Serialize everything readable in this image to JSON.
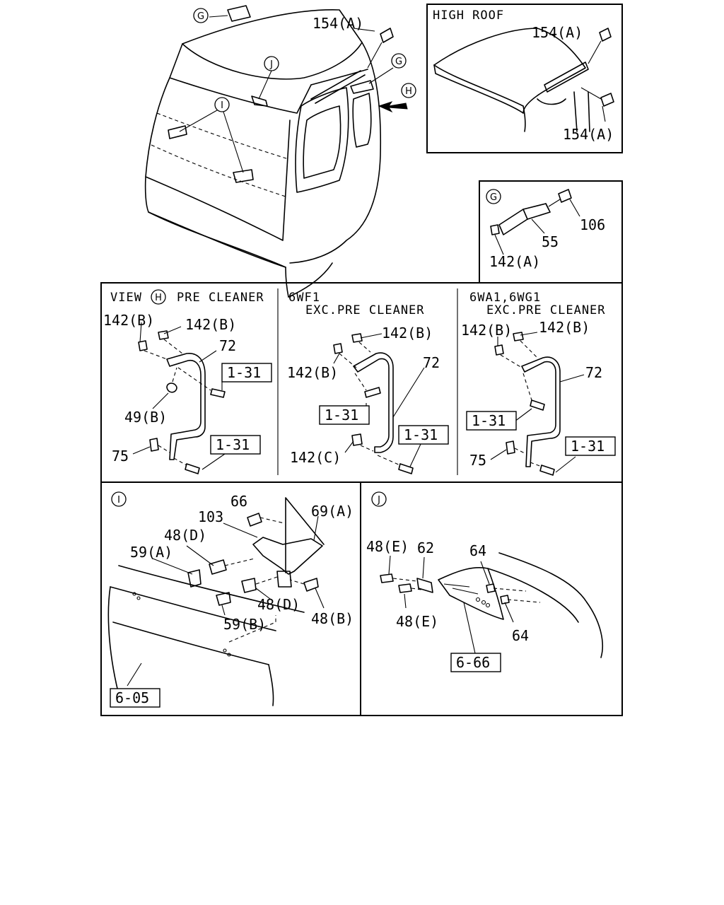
{
  "main_view": {
    "callouts": {
      "g_top": "G",
      "g_right": "G",
      "j": "J",
      "i": "I",
      "h": "H"
    },
    "part_154": "154(A)"
  },
  "high_roof": {
    "title": "HIGH ROOF",
    "part_154_top": "154(A)",
    "part_154_bottom": "154(A)"
  },
  "detail_g": {
    "callout": "G",
    "parts": {
      "p106": "106",
      "p55": "55",
      "p142a": "142(A)"
    }
  },
  "view_h": {
    "view_word": "VIEW",
    "callout": "H",
    "title": "PRE CLEANER",
    "parts": {
      "p142b_left": "142(B)",
      "p142b_right": "142(B)",
      "p72": "72",
      "ref1": "1-31",
      "p49b": "49(B)",
      "p75": "75",
      "ref2": "1-31"
    }
  },
  "view_6wf1": {
    "title_line1": "6WF1",
    "title_line2": "EXC.PRE CLEANER",
    "parts": {
      "p142b_top": "142(B)",
      "p142b_left": "142(B)",
      "p72": "72",
      "ref1": "1-31",
      "ref2": "1-31",
      "p142c": "142(C)"
    }
  },
  "view_6wa1": {
    "title_line1": "6WA1,6WG1",
    "title_line2": "EXC.PRE CLEANER",
    "parts": {
      "p142b_left": "142(B)",
      "p142b_right": "142(B)",
      "p72": "72",
      "ref1": "1-31",
      "p75": "75",
      "ref2": "1-31"
    }
  },
  "detail_i": {
    "callout": "I",
    "parts": {
      "p66": "66",
      "p103": "103",
      "p69a": "69(A)",
      "p48d_top": "48(D)",
      "p59a": "59(A)",
      "p48d_bottom": "48(D)",
      "p48b": "48(B)",
      "p59b": "59(B)",
      "ref": "6-05"
    }
  },
  "detail_j": {
    "callout": "J",
    "parts": {
      "p48e_top": "48(E)",
      "p62": "62",
      "p64_top": "64",
      "p48e_bottom": "48(E)",
      "p64_bottom": "64",
      "ref": "6-66"
    }
  }
}
